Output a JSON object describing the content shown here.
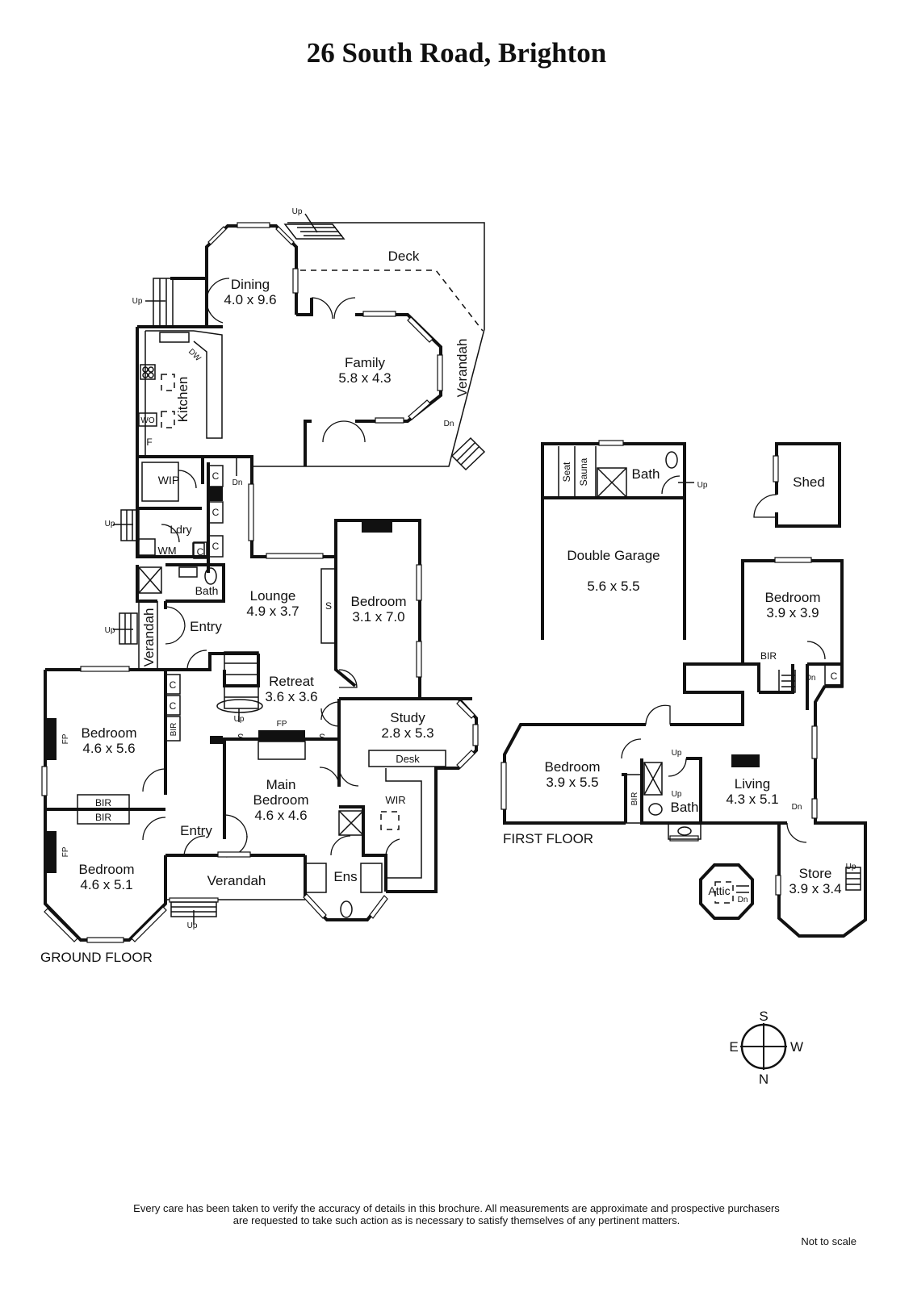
{
  "title": "26 South Road, Brighton",
  "floors": {
    "ground": "GROUND FLOOR",
    "first": "FIRST FLOOR"
  },
  "rooms": {
    "dining": {
      "name": "Dining",
      "dims": "4.0 x 9.6"
    },
    "deck": {
      "name": "Deck"
    },
    "family": {
      "name": "Family",
      "dims": "5.8 x 4.3"
    },
    "verandah_rear": {
      "name": "Verandah"
    },
    "kitchen": {
      "name": "Kitchen"
    },
    "wip": {
      "name": "WIP"
    },
    "laundry": {
      "name": "Ldry"
    },
    "wm": {
      "name": "WM"
    },
    "bath_ground": {
      "name": "Bath"
    },
    "lounge": {
      "name": "Lounge",
      "dims": "4.9 x 3.7"
    },
    "bedroom_long": {
      "name": "Bedroom",
      "dims": "3.1 x 7.0"
    },
    "verandah_side": {
      "name": "Verandah"
    },
    "entry_rear": {
      "name": "Entry"
    },
    "retreat": {
      "name": "Retreat",
      "dims": "3.6 x 3.6"
    },
    "study": {
      "name": "Study",
      "dims": "2.8 x 5.3"
    },
    "desk": {
      "name": "Desk"
    },
    "bedroom_1": {
      "name": "Bedroom",
      "dims": "4.6 x 5.6"
    },
    "bedroom_2": {
      "name": "Bedroom",
      "dims": "4.6 x 5.1"
    },
    "main_bedroom": {
      "name": "Main Bedroom",
      "dims": "4.6 x 4.6"
    },
    "wir": {
      "name": "WIR"
    },
    "ensuite": {
      "name": "Ens"
    },
    "entry_front": {
      "name": "Entry"
    },
    "verandah_front": {
      "name": "Verandah"
    },
    "sauna": {
      "name": "Sauna"
    },
    "seat": {
      "name": "Seat"
    },
    "bath_garage": {
      "name": "Bath"
    },
    "garage": {
      "name": "Double Garage",
      "dims": "5.6 x 5.5"
    },
    "shed": {
      "name": "Shed"
    },
    "bedroom_first_a": {
      "name": "Bedroom",
      "dims": "3.9 x 3.9"
    },
    "bedroom_first_b": {
      "name": "Bedroom",
      "dims": "3.9 x 5.5"
    },
    "bath_first": {
      "name": "Bath"
    },
    "living": {
      "name": "Living",
      "dims": "4.3 x 5.1"
    },
    "store": {
      "name": "Store",
      "dims": "3.9 x 3.4"
    },
    "attic": {
      "name": "Attic"
    }
  },
  "labels": {
    "up": "Up",
    "dn": "Dn",
    "cupboard": "C",
    "bir": "BIR",
    "fp": "FP",
    "shelf": "S",
    "dw": "DW",
    "wo": "WO",
    "fridge": "F"
  },
  "compass": {
    "s": "S",
    "e": "E",
    "w": "W",
    "n": "N"
  },
  "disclaimer": {
    "line1": "Every care has been taken to verify the accuracy of details in this brochure.  All measurements are approximate and prospective purchasers",
    "line2": "are requested to take such action as is necessary to satisfy themselves of any pertinent matters."
  },
  "scale_note": "Not to scale"
}
